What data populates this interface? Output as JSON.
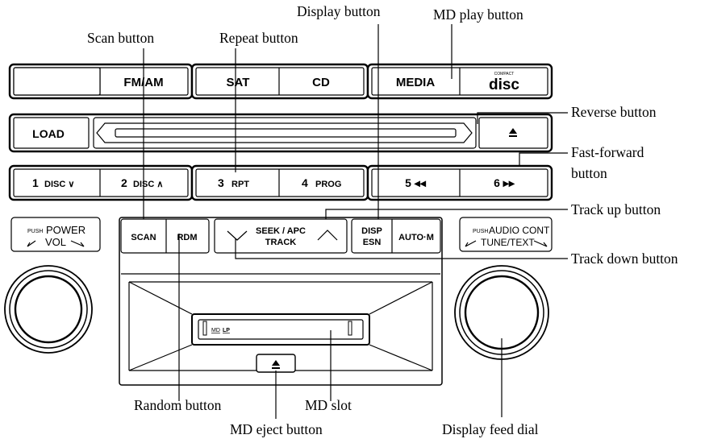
{
  "top_row": {
    "fm_am": "FM/AM",
    "sat": "SAT",
    "cd": "CD",
    "media": "MEDIA",
    "compact_logo_small": "COMPACT",
    "compact_logo_big": "disc"
  },
  "load_row": {
    "load": "LOAD"
  },
  "preset_row": {
    "p1": "1",
    "p1_sub": "DISC ∨",
    "p2": "2",
    "p2_sub": "DISC ∧",
    "p3": "3",
    "p3_sub": "RPT",
    "p4": "4",
    "p4_sub": "PROG",
    "p5": "5 ◂◂",
    "p6": "6 ▸▸"
  },
  "control_row": {
    "power_push": "PUSH",
    "power_label": "POWER",
    "vol": "VOL",
    "scan": "SCAN",
    "rdm": "RDM",
    "seek_apc": "SEEK / APC",
    "track": "TRACK",
    "disp": "DISP",
    "esn": "ESN",
    "auto_m": "AUTO·M",
    "audio_push": "PUSH",
    "audio_label": "AUDIO CONT",
    "tune_text": "TUNE/TEXT"
  },
  "md": {
    "logo_md": "MD",
    "logo_lp": "LP",
    "eject": "▲"
  },
  "callouts": {
    "display_button": "Display button",
    "md_play_button": "MD play button",
    "scan_button": "Scan button",
    "repeat_button": "Repeat button",
    "reverse_button": "Reverse button",
    "fast_forward_line1": "Fast-forward",
    "fast_forward_line2": "button",
    "track_up_button": "Track up button",
    "track_down_button": "Track down button",
    "random_button": "Random button",
    "md_slot": "MD slot",
    "md_eject_button": "MD eject button",
    "display_feed_dial": "Display feed dial"
  }
}
